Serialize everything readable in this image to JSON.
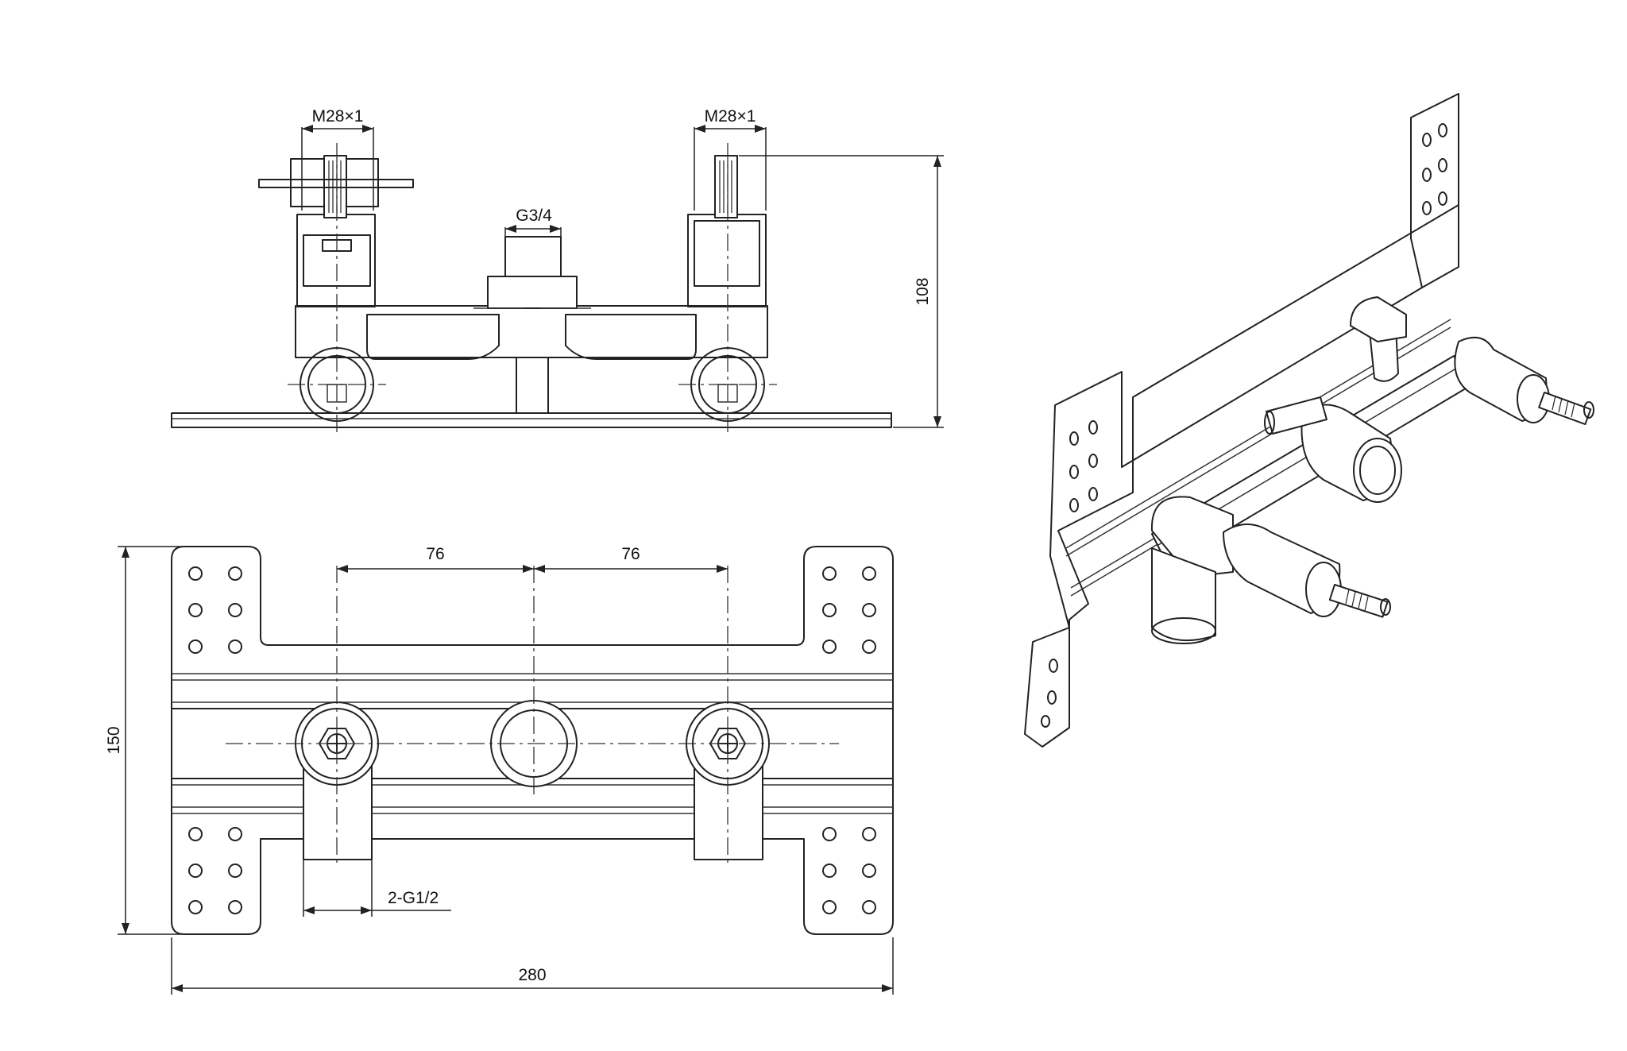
{
  "labels": {
    "thread_left": "M28×1",
    "thread_right": "M28×1",
    "outlet_thread": "G3/4",
    "height_dim": "108",
    "spacing_left": "76",
    "spacing_right": "76",
    "inlet_thread": "2-G1/2",
    "depth_dim": "150",
    "width_dim": "280"
  },
  "colors": {
    "line": "#222222",
    "background": "#ffffff"
  }
}
